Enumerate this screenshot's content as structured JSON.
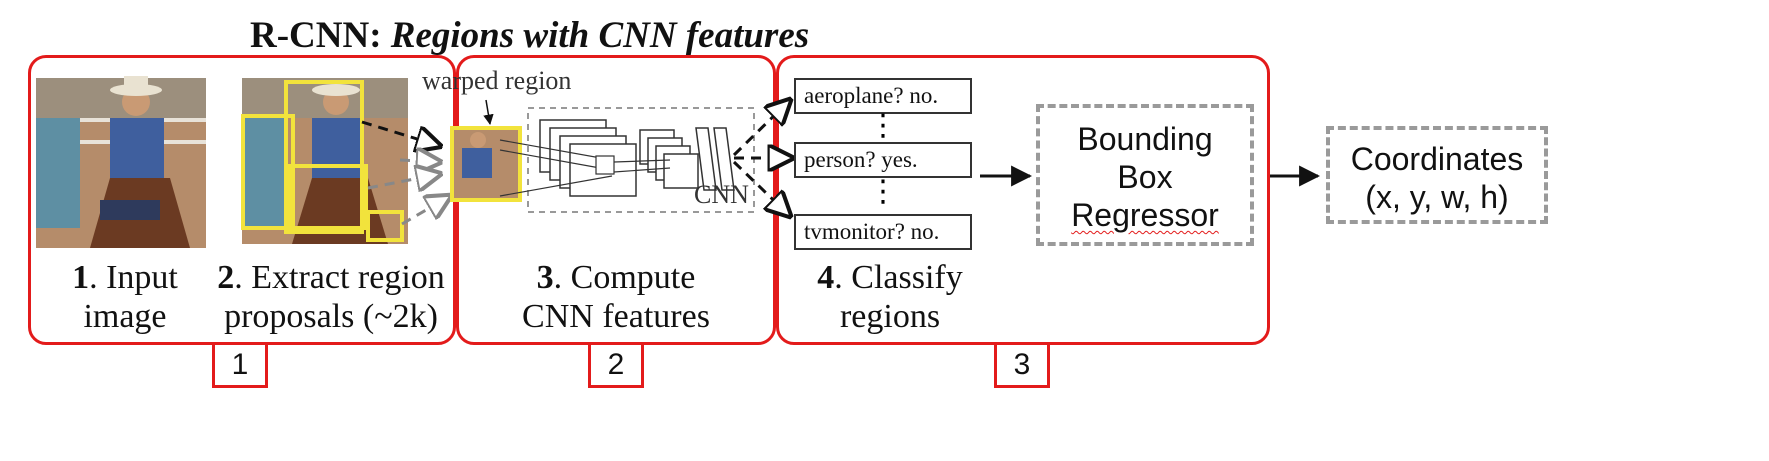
{
  "title": {
    "bold": "R-CNN:",
    "italic": "Regions with CNN features"
  },
  "captions": {
    "input": {
      "num": "1",
      "line1": ". Input",
      "line2": "image"
    },
    "extract": {
      "num": "2",
      "line1": ". Extract region",
      "line2": "proposals (~2k)"
    },
    "compute": {
      "num": "3",
      "line1": ". Compute",
      "line2": "CNN features"
    },
    "classify": {
      "num": "4",
      "line1": ". Classify",
      "line2": "regions"
    }
  },
  "labels": {
    "warped_region": "warped region",
    "cnn": "CNN"
  },
  "classes": [
    "aeroplane? no.",
    "person? yes.",
    "tvmonitor? no."
  ],
  "vdots": "⋮",
  "bbox_regressor": {
    "line1": "Bounding",
    "line2": "Box",
    "line3": "Regressor"
  },
  "coordinates": {
    "line1": "Coordinates",
    "line2": "(x, y, w, h)"
  },
  "stage_numbers": [
    "1",
    "2",
    "3"
  ],
  "colors": {
    "stage_border": "#e31b1b",
    "proposal_box": "#f2e33c",
    "dashed_gray": "#9a9a9a"
  }
}
